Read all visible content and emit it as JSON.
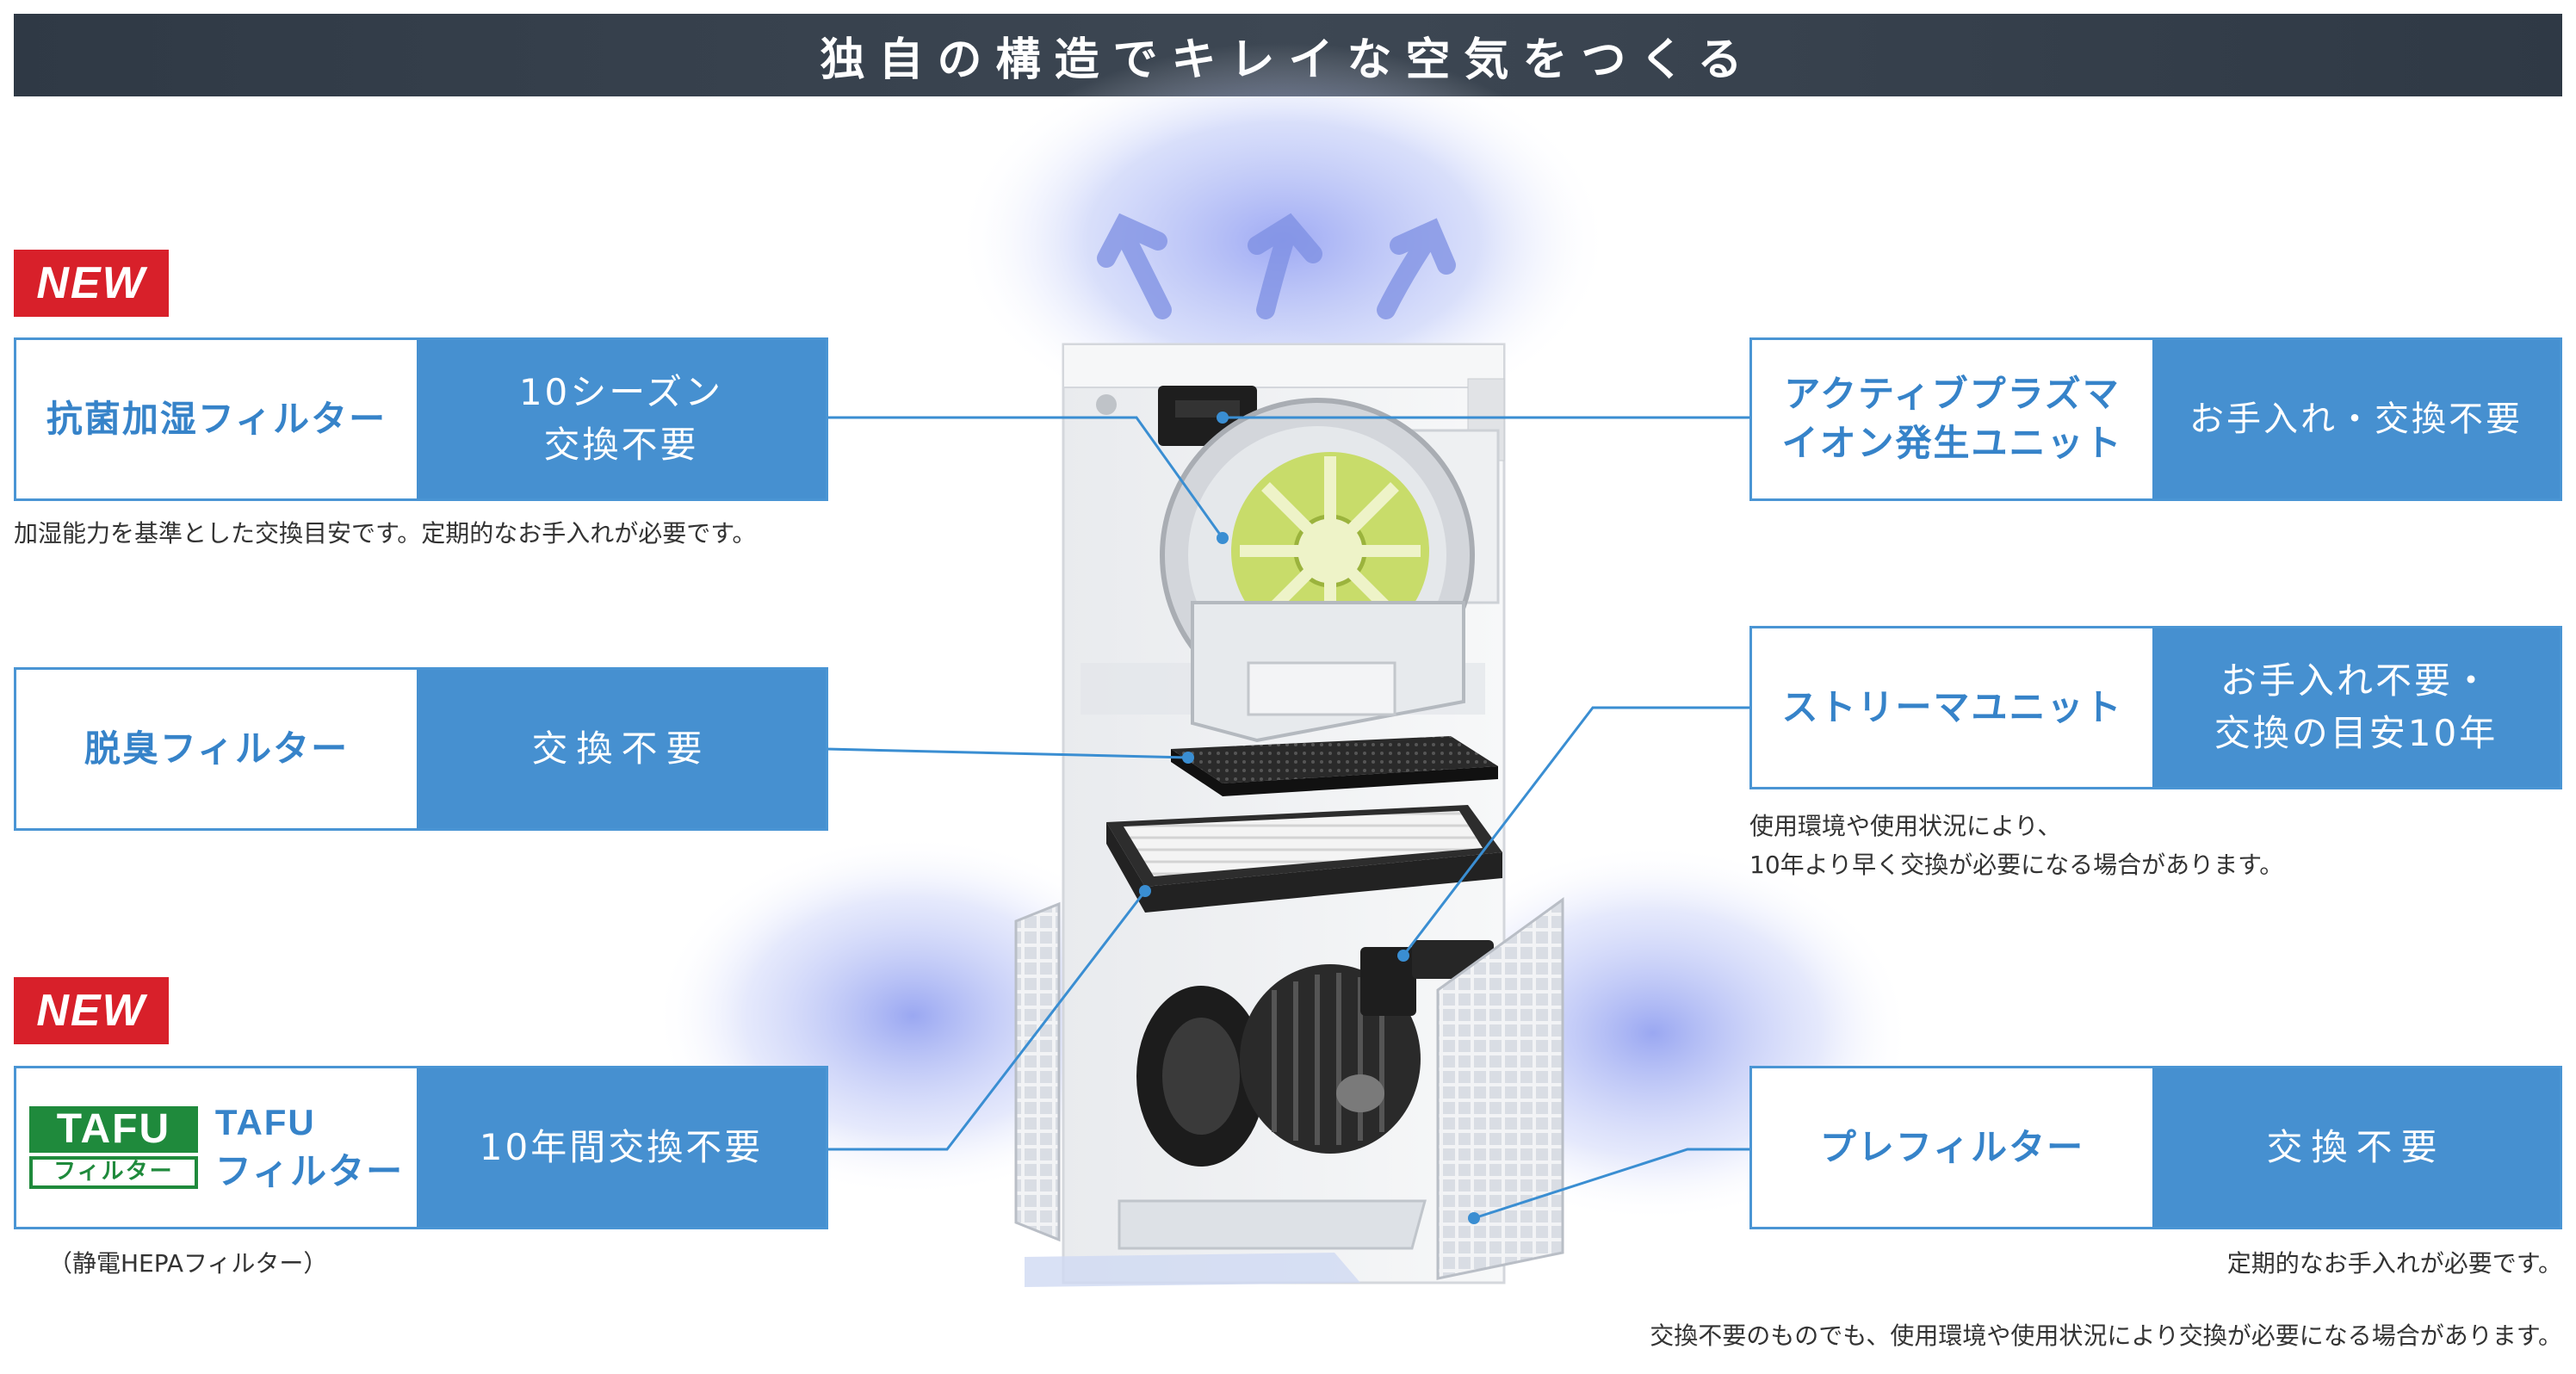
{
  "header": {
    "title": "独自の構造でキレイな空気をつくる"
  },
  "badges": {
    "new": "NEW"
  },
  "cards": {
    "humidify": {
      "label": "抗菌加湿フィルター",
      "value_line1": "10シーズン",
      "value_line2": "交換不要",
      "note": "加湿能力を基準とした交換目安です。定期的なお手入れが必要です。"
    },
    "deodor": {
      "label": "脱臭フィルター",
      "value": "交換不要"
    },
    "tafu": {
      "logo_top": "TAFU",
      "logo_bottom": "フィルター",
      "label_line1": "TAFU",
      "label_line2": "フィルター",
      "value": "10年間交換不要",
      "note": "（静電HEPAフィルター）"
    },
    "plasma": {
      "label_line1": "アクティブプラズマ",
      "label_line2": "イオン発生ユニット",
      "value": "お手入れ・交換不要"
    },
    "streamer": {
      "label": "ストリーマユニット",
      "value_line1": "お手入れ不要・",
      "value_line2": "交換の目安10年",
      "note_line1": "使用環境や使用状況により、",
      "note_line2": "10年より早く交換が必要になる場合があります。"
    },
    "prefilter": {
      "label": "プレフィルター",
      "value": "交換不要",
      "note": "定期的なお手入れが必要です。"
    }
  },
  "footer": {
    "note": "交換不要のものでも、使用環境や使用状況により交換が必要になる場合があります。"
  },
  "colors": {
    "accent_blue": "#4690d0",
    "label_blue": "#3683c9",
    "new_red": "#d8202a",
    "tafu_green": "#1f8a3c",
    "header_dark": "#343e4a"
  }
}
